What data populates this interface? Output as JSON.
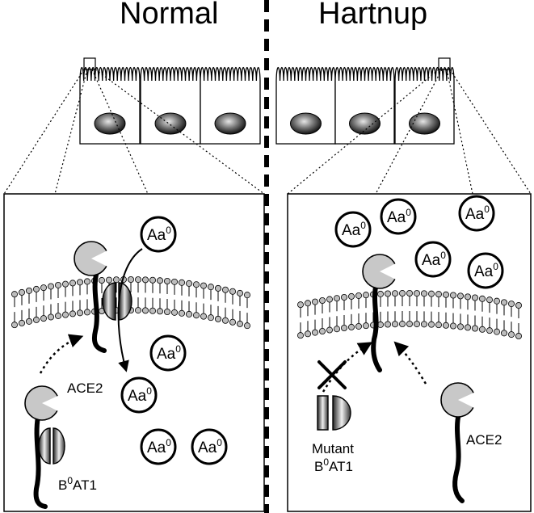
{
  "panels": {
    "left": {
      "title": "Normal",
      "ace2_label": "ACE2",
      "transporter_label_prefix": "B",
      "transporter_label_sup": "0",
      "transporter_label_suffix": "AT1"
    },
    "right": {
      "title": "Hartnup",
      "ace2_label": "ACE2",
      "mutant_label_line1": "Mutant",
      "transporter_label_prefix": "B",
      "transporter_label_sup": "0",
      "transporter_label_suffix": "AT1"
    }
  },
  "amino_acid": {
    "base": "Aa",
    "sup": "0"
  },
  "colors": {
    "stroke": "#000000",
    "ace2_fill": "#c8c8c8",
    "lipid_head": "#bdbdbd",
    "nucleus_dark": "#1a1a1a",
    "nucleus_light": "#d9d9d9"
  }
}
